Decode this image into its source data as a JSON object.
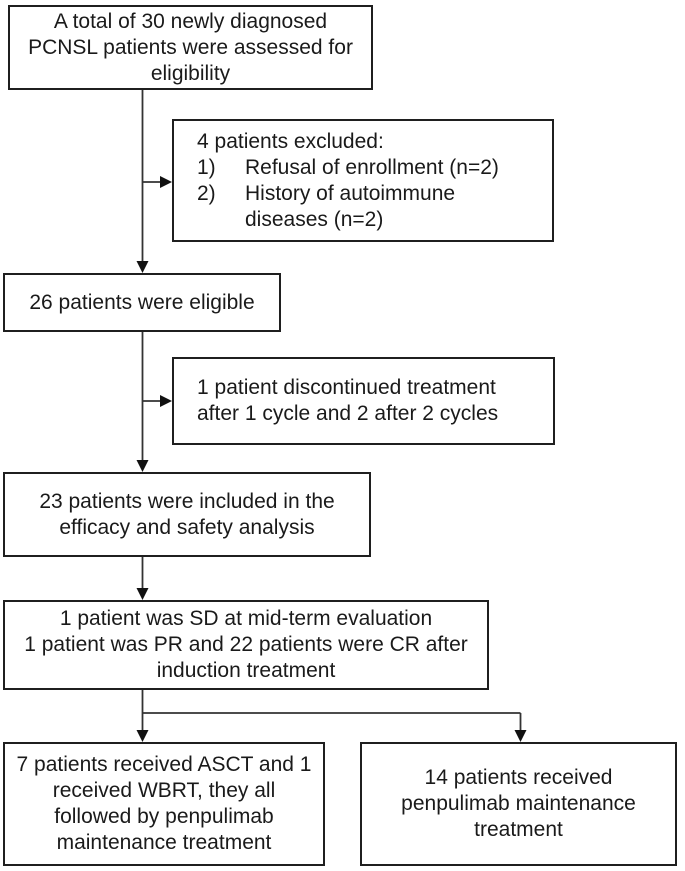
{
  "figure": {
    "type": "patient-flow-diagram",
    "background": "#ffffff"
  },
  "colors": {
    "box_border": "#1f1f1f",
    "text": "#1a1a1a",
    "connector_line": "#333333",
    "arrowhead": "#111111"
  },
  "boxes": {
    "assessed": {
      "lines": [
        "A total of 30 newly diagnosed",
        "PCNSL patients were assessed for",
        "eligibility"
      ]
    },
    "excluded": {
      "heading": "4 patients excluded:",
      "rows": [
        {
          "marker": "1)",
          "text": "Refusal of enrollment (n=2)"
        },
        {
          "marker": "2)",
          "text": "History of autoimmune"
        },
        {
          "marker": "",
          "text": "diseases (n=2)"
        }
      ]
    },
    "eligible": {
      "lines": [
        "26 patients were eligible"
      ]
    },
    "discontinued": {
      "lines": [
        "1 patient discontinued treatment",
        "after 1 cycle and 2 after 2 cycles"
      ]
    },
    "analysis": {
      "lines": [
        "23 patients were included in the",
        "efficacy and safety analysis"
      ]
    },
    "midterm": {
      "lines": [
        "1 patient was SD at mid-term evaluation",
        "1 patient was PR and 22 patients were CR after",
        "induction treatment"
      ]
    },
    "asct": {
      "lines": [
        "7 patients received ASCT and 1",
        "received WBRT, they all",
        "followed by penpulimab",
        "maintenance treatment"
      ]
    },
    "maintenance": {
      "lines": [
        "14 patients received",
        "penpulimab maintenance",
        "treatment"
      ]
    }
  }
}
